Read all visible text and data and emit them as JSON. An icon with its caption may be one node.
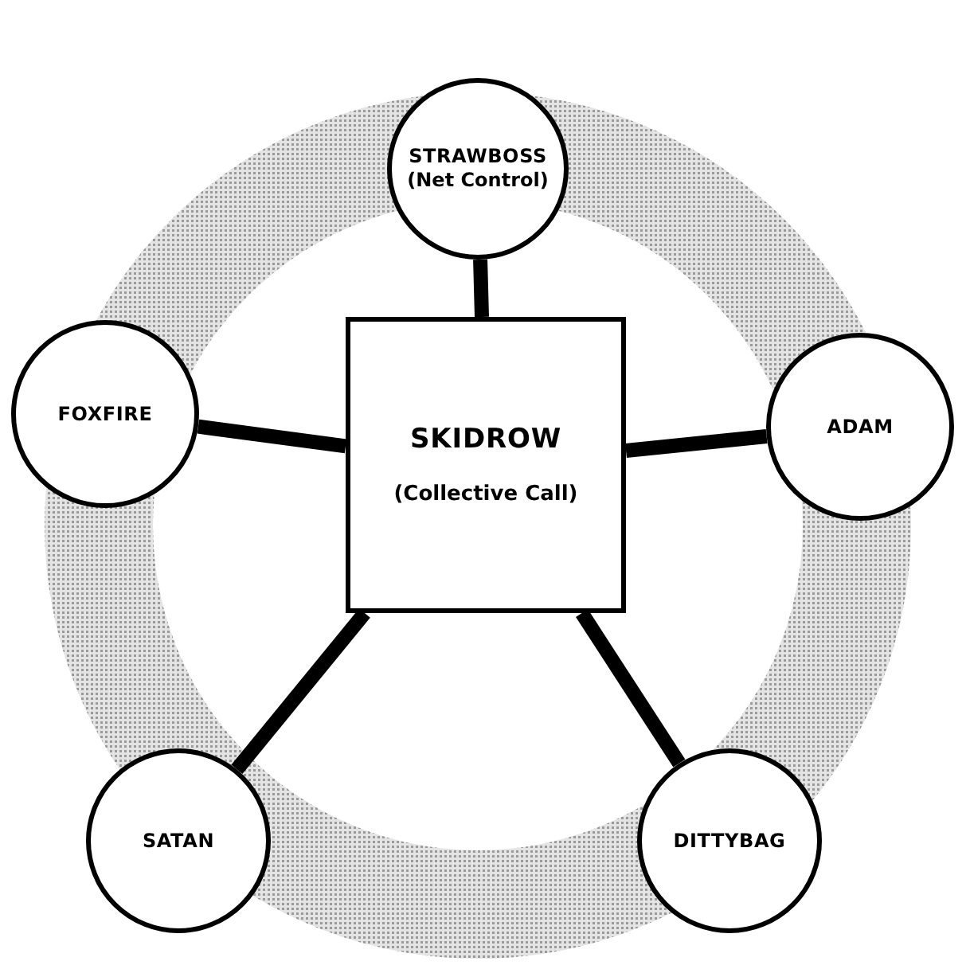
{
  "diagram": {
    "nodes": [
      {
        "text": [
          "STRAWBOSS",
          "(Net Control)"
        ]
      },
      {
        "text": [
          "FOXFIRE"
        ]
      },
      {
        "text": [
          "SKIDROW",
          "(Collective Call)"
        ]
      },
      {
        "text": [
          "ADAM"
        ]
      },
      {
        "text": [
          "SATAN"
        ]
      },
      {
        "text": [
          "DITTYBAG"
        ]
      }
    ],
    "edges": [
      {
        "from": 2,
        "to": 0,
        "arrow": "none"
      },
      {
        "from": 2,
        "to": 1,
        "arrow": "none"
      },
      {
        "from": 2,
        "to": 3,
        "arrow": "none"
      },
      {
        "from": 2,
        "to": 4,
        "arrow": "none"
      },
      {
        "from": 2,
        "to": 5,
        "arrow": "none"
      }
    ]
  }
}
